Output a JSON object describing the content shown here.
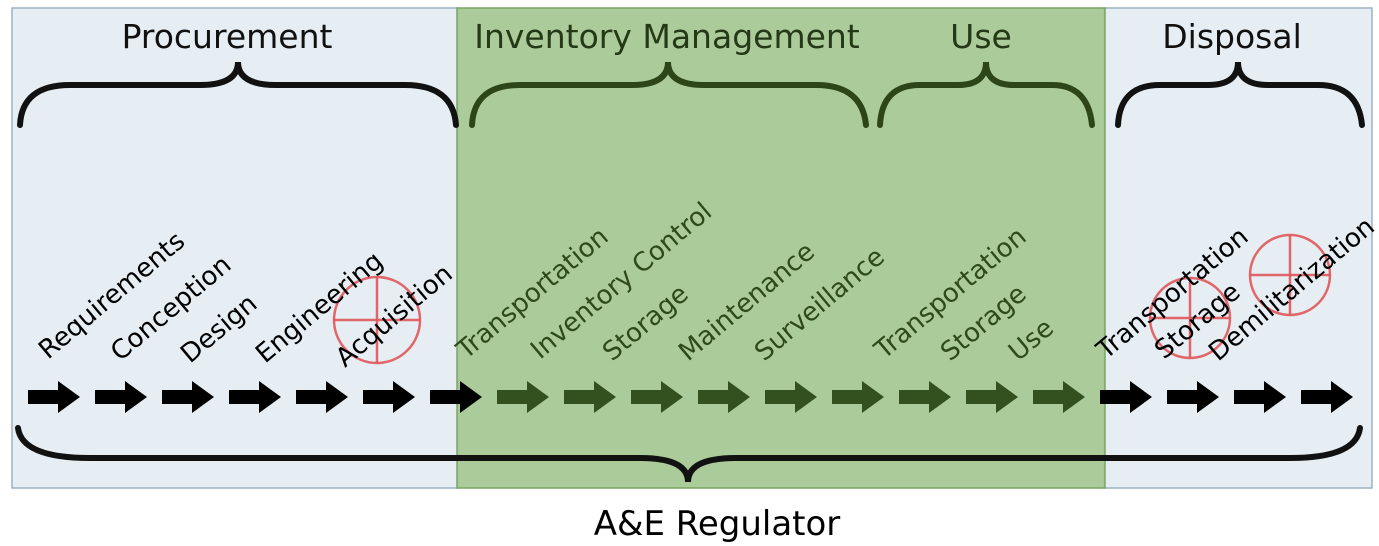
{
  "sections": {
    "procurement": "Procurement",
    "inventory_management": "Inventory Management",
    "use": "Use",
    "disposal": "Disposal"
  },
  "procurement_steps": [
    "Requirements",
    "Conception",
    "Design",
    "Engineering",
    "Acquisition"
  ],
  "inventory_steps": [
    "Transportation",
    "Inventory Control",
    "Storage",
    "Maintenance",
    "Surveillance"
  ],
  "use_steps": [
    "Transportation",
    "Storage",
    "Use"
  ],
  "disposal_steps": [
    "Transportation",
    "Storage",
    "Demilitarization"
  ],
  "footer": "A&E Regulator",
  "colors": {
    "light_zone": "#e6eef3",
    "green_zone": "#a6c793",
    "arrow_dark": "#000000",
    "arrow_green": "#33501f",
    "crosshair": "#e0565a"
  }
}
